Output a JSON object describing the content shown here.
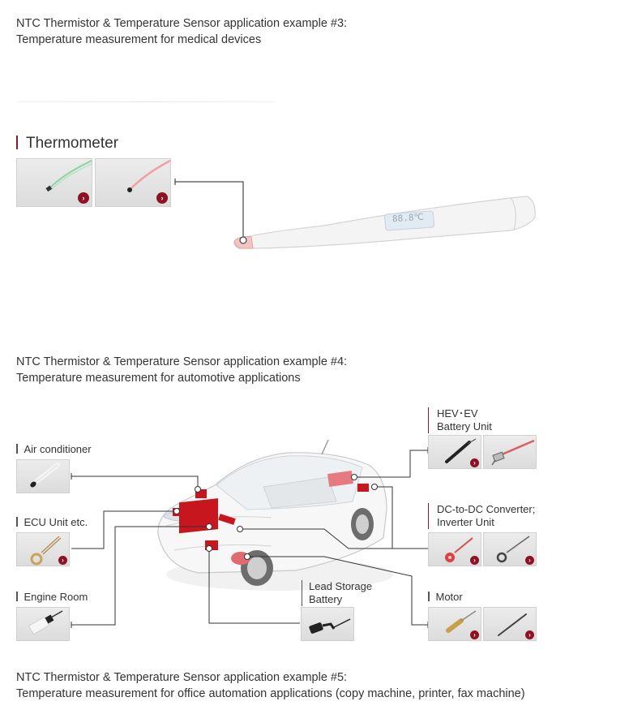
{
  "example3": {
    "line1": "NTC Thermistor & Temperature Sensor application example #3:",
    "line2": "Temperature measurement for medical devices"
  },
  "thermometer": {
    "title": "Thermometer",
    "display": "88.8℃"
  },
  "example4": {
    "line1": "NTC Thermistor & Temperature Sensor application example #4:",
    "line2": "Temperature measurement for automotive applications"
  },
  "automotive": {
    "air_conditioner": "Air conditioner",
    "ecu": "ECU Unit etc.",
    "engine_room": "Engine Room",
    "hev_line1": "HEV･EV",
    "hev_line2": "Battery Unit",
    "dcdc_line1": "DC-to-DC Converter;",
    "dcdc_line2": "Inverter Unit",
    "lead_line1": "Lead Storage",
    "lead_line2": "Battery",
    "motor": "Motor"
  },
  "example5": {
    "line1": "NTC Thermistor & Temperature Sensor application example #5:",
    "line2": "Temperature measurement for office automation applications (copy machine, printer, fax machine)"
  },
  "icons": {
    "more": "arrow-right-circle-icon"
  },
  "colors": {
    "accent": "#8d1223",
    "sensor_red": "#c8161f"
  }
}
